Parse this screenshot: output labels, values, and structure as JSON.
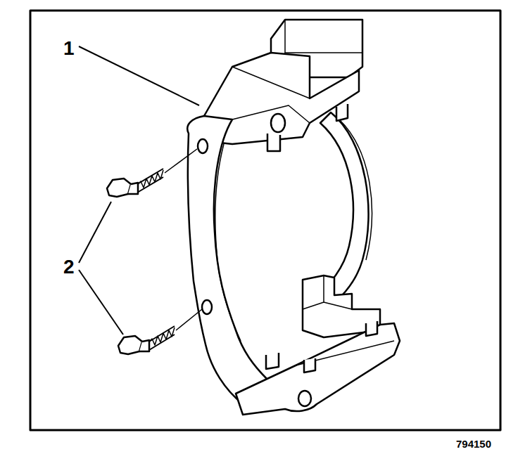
{
  "diagram": {
    "labels": [
      "1",
      "2",
      "794150"
    ]
  }
}
